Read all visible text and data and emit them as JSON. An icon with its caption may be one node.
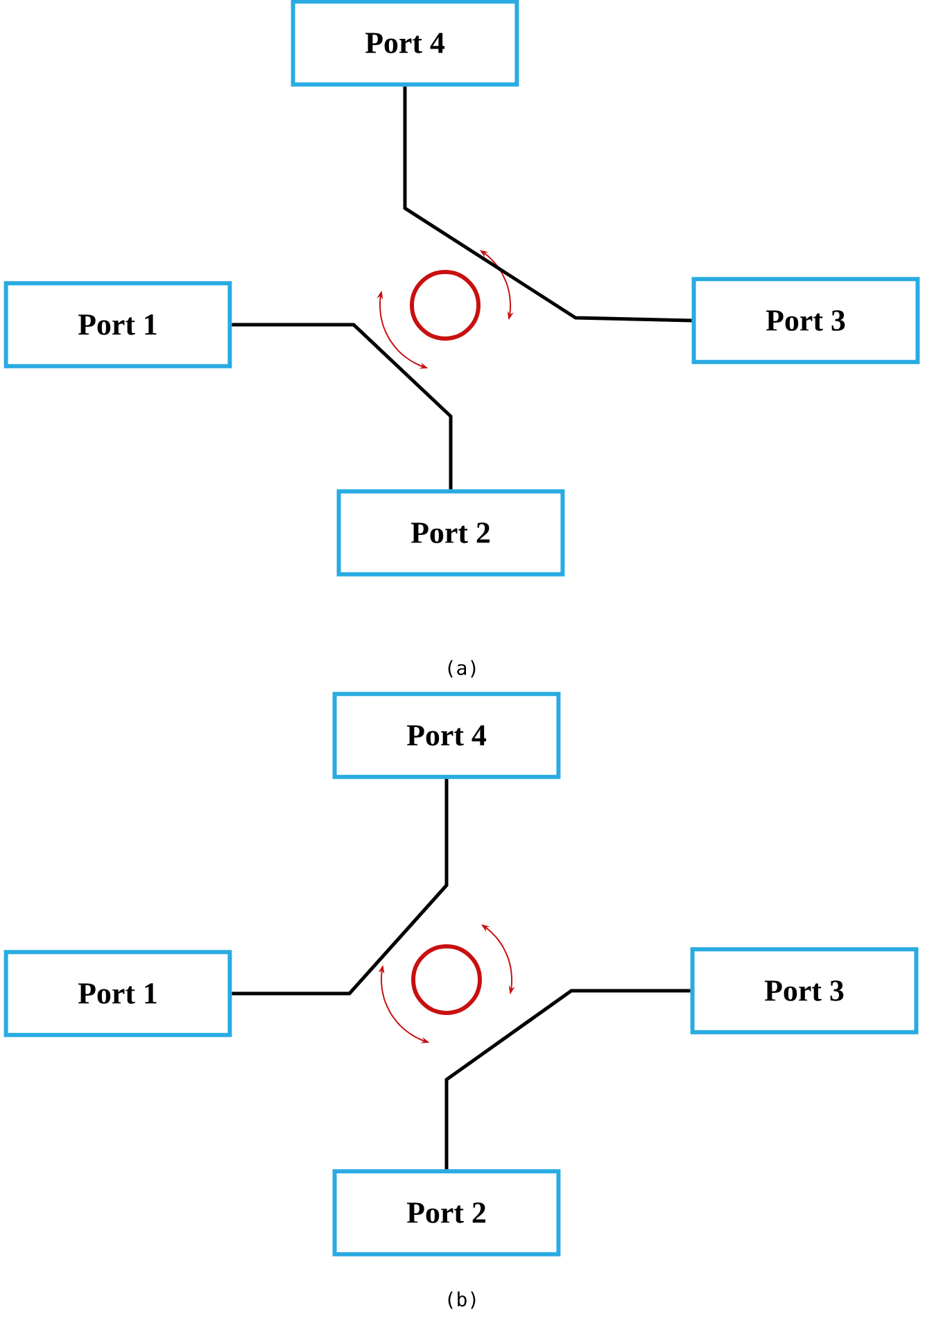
{
  "diagram": {
    "nodes": [
      {
        "text": [
          "Port 4"
        ]
      },
      {
        "text": [
          "Port 1"
        ]
      },
      {
        "text": [
          "Port 3"
        ]
      },
      {
        "text": [
          "Port 2"
        ]
      },
      {
        "text": [
          "Port 4"
        ]
      },
      {
        "text": [
          "Port 1"
        ]
      },
      {
        "text": [
          "Port 3"
        ]
      },
      {
        "text": [
          "Port 2"
        ]
      }
    ],
    "edges": [
      {
        "from": 1,
        "to": 3,
        "arrow": "none"
      },
      {
        "from": 0,
        "to": 2,
        "arrow": "none"
      },
      {
        "from": 5,
        "to": 4,
        "arrow": "none"
      },
      {
        "from": 6,
        "to": 7,
        "arrow": "none"
      }
    ],
    "labels": [
      "(a)",
      "(b)"
    ]
  }
}
